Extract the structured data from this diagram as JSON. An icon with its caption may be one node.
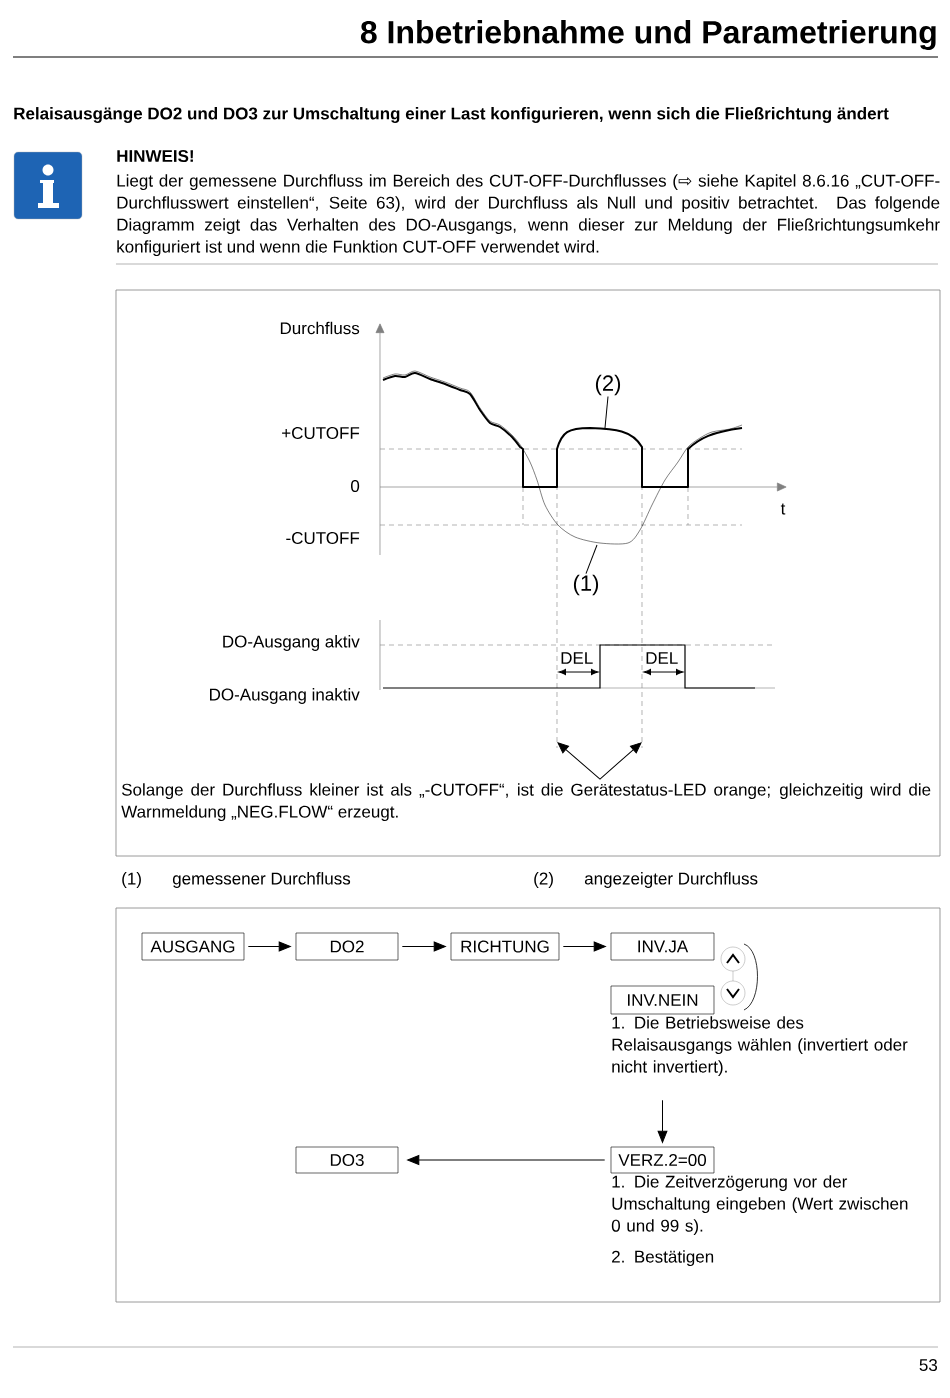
{
  "diagram": {
    "title": "8 Inbetriebnahme und Parametrierung",
    "nodes": [
      {
        "text": [
          "(2)"
        ]
      },
      {
        "text": [
          "(1)"
        ]
      },
      {
        "text": [
          "AUSGANG"
        ]
      },
      {
        "text": [
          "DO2"
        ]
      },
      {
        "text": [
          "RICHTUNG"
        ]
      },
      {
        "text": [
          "INV.JA"
        ]
      },
      {
        "text": [
          "INV.NEIN"
        ],
        "beside": [
          "1. Die Betriebsweise des Relaisausgangs wählen (invertiert oder nicht invertiert)."
        ]
      },
      {
        "text": [
          "VERZ.2=00"
        ],
        "beside": [
          "1. Die Zeitverzögerung vor der Umschaltung eingeben (Wert zwischen 0 und 99 s).",
          "2. Bestätigen"
        ]
      },
      {
        "text": [
          "DO3"
        ]
      }
    ],
    "edges": [
      {
        "from": 0,
        "to": null,
        "arrow": "none"
      },
      {
        "from": 1,
        "to": null,
        "arrow": "none"
      },
      {
        "from": 2,
        "to": 3,
        "arrow": "to"
      },
      {
        "from": 3,
        "to": 4,
        "arrow": "to"
      },
      {
        "from": 4,
        "to": 5,
        "arrow": "to"
      },
      {
        "from": 6,
        "to": 7,
        "arrow": "to"
      },
      {
        "from": 7,
        "to": 8,
        "arrow": "to"
      }
    ],
    "labels": [
      "Relaisausgänge DO2 und DO3 zur Umschaltung einer Last konfigurieren, wenn sich die Fließrichtung ändert",
      "HINWEIS!",
      "Liegt der gemessene Durchfluss im Bereich des CUT-OFF-Durchflusses (⇨ siehe Kapitel 8.6.16 „CUT-OFF-Durchflusswert einstellen“, Seite 63), wird der Durchfluss als Null und positiv betrachtet. Das folgende Diagramm zeigt das Verhalten des DO-Ausgangs, wenn dieser zur Meldung der Fließrichtungsumkehr konfiguriert ist und wenn die Funktion CUT-OFF verwendet wird.",
      "Durchfluss",
      "+CUTOFF",
      "0",
      "t",
      "-CUTOFF",
      "DO-Ausgang aktiv",
      "DEL",
      "DEL",
      "DO-Ausgang inaktiv",
      "Solange der Durchfluss kleiner ist als „-CUTOFF“, ist die Gerätestatus-LED orange; gleichzeitig wird die Warnmeldung „NEG.FLOW“ erzeugt.",
      "(1)",
      "gemessener Durchfluss",
      "(2)",
      "angezeigter Durchfluss",
      "53"
    ]
  }
}
